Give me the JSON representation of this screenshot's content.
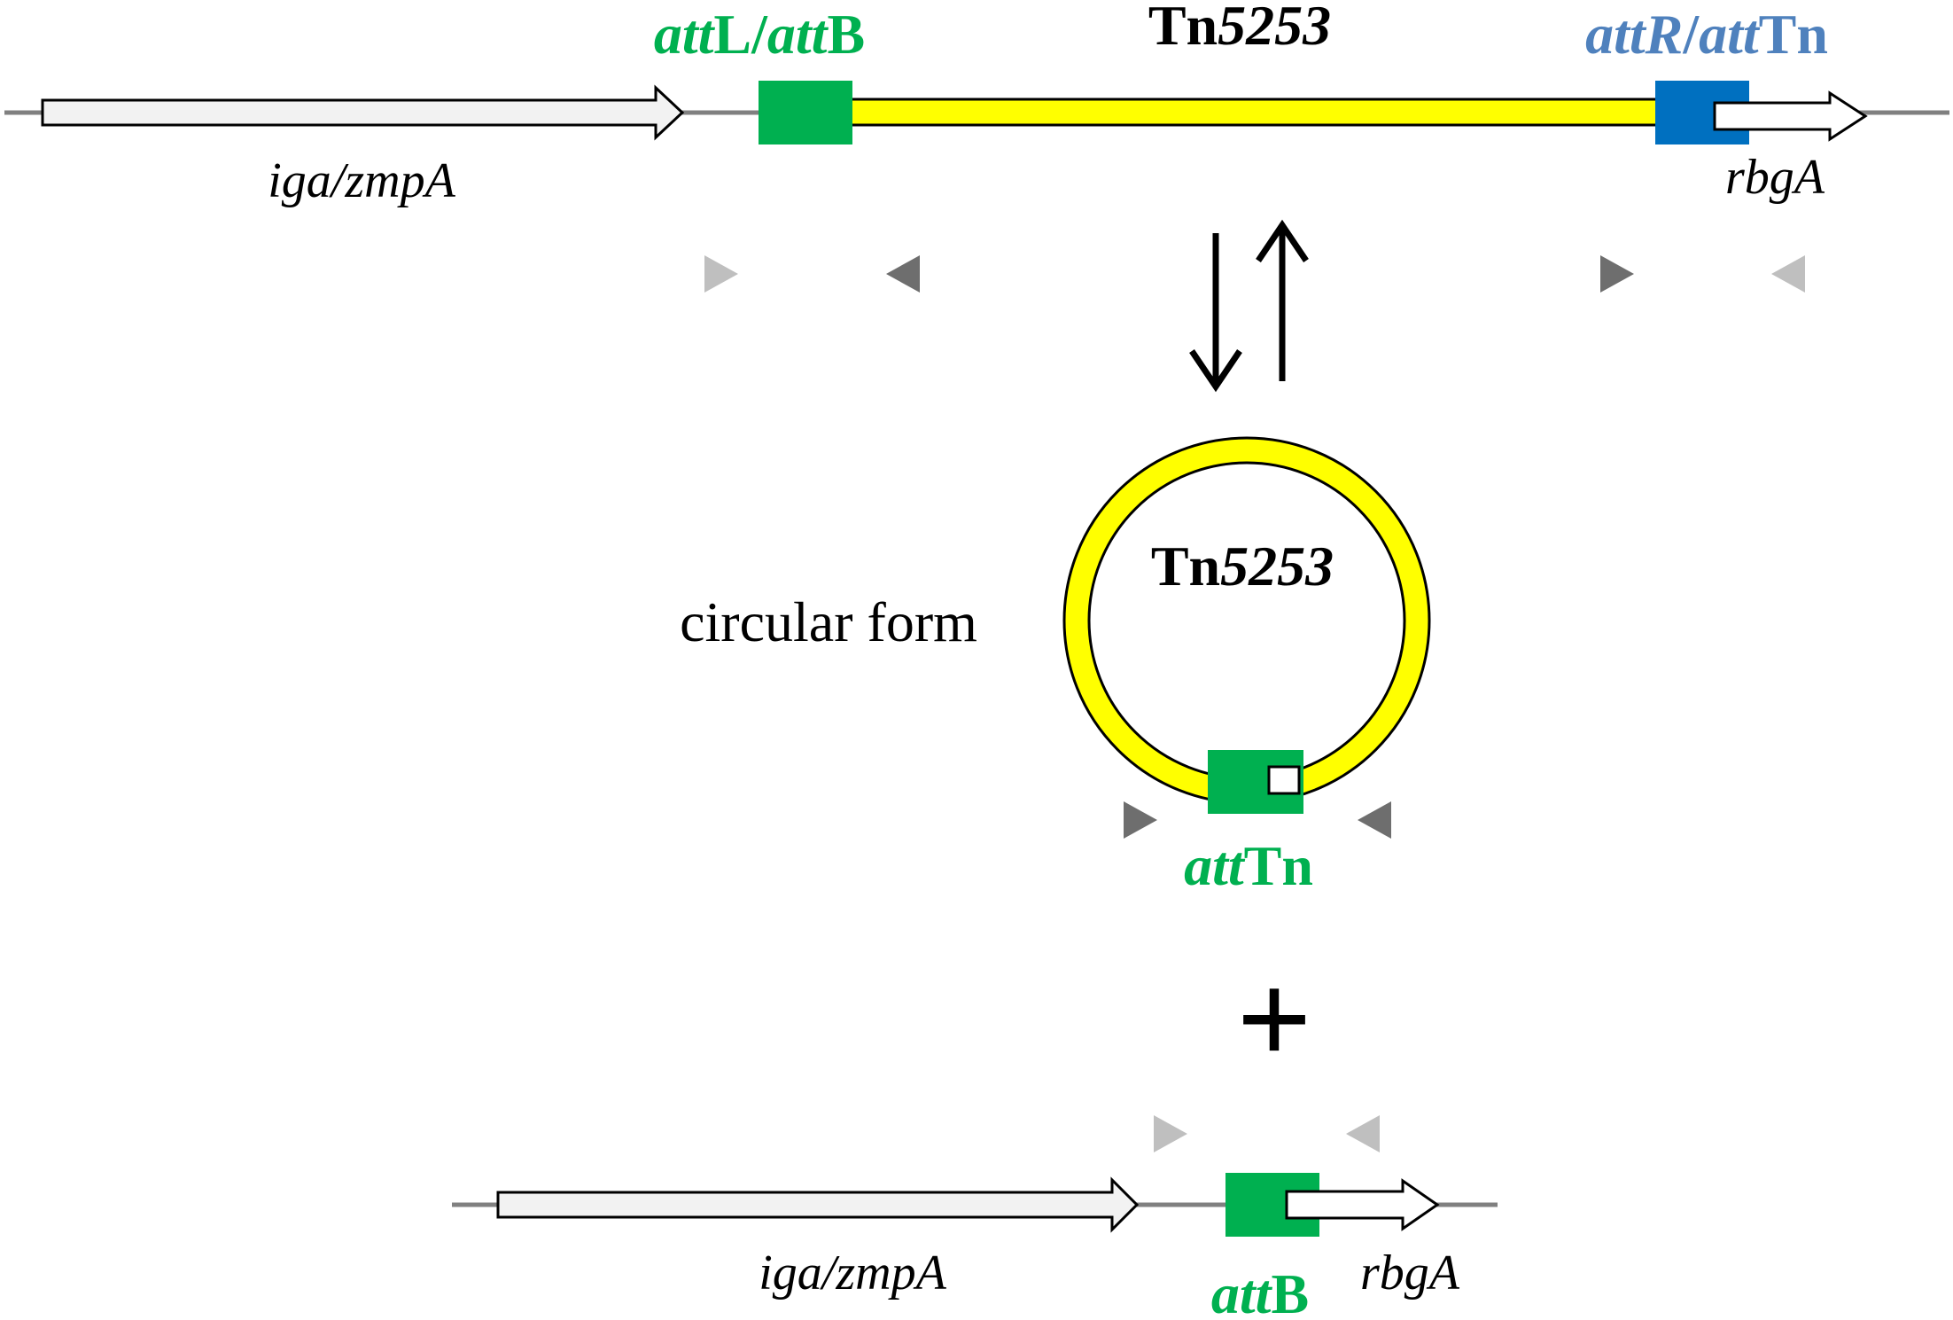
{
  "colors": {
    "green": "#00b050",
    "blue": "#0070c0",
    "blue_text": "#4f81bd",
    "yellow": "#ffff00",
    "gene_fill": "#f2f2f2",
    "line": "#808080",
    "primer_dark": "#6e6e6e",
    "primer_light": "#bfbfbf"
  },
  "top": {
    "attL_prefix": "att",
    "attL_mid": "L/",
    "attL_prefix2": "att",
    "attL_suffix": "B",
    "tn_prefix": "Tn",
    "tn_number": "5253",
    "attR_prefix": "att",
    "attR_mid": "R",
    "attR_slash": "/",
    "attR_prefix2": "att",
    "attR_suffix": "Tn",
    "gene_left": "iga/zmpA",
    "gene_right": "rbgA"
  },
  "circle": {
    "label": "circular form",
    "tn_prefix": "Tn",
    "tn_number": "5253",
    "att_prefix": "att",
    "att_suffix": "Tn"
  },
  "plus": "+",
  "bottom": {
    "gene_left": "iga/zmpA",
    "gene_right": "rbgA",
    "att_prefix": "att",
    "att_suffix": "B"
  }
}
